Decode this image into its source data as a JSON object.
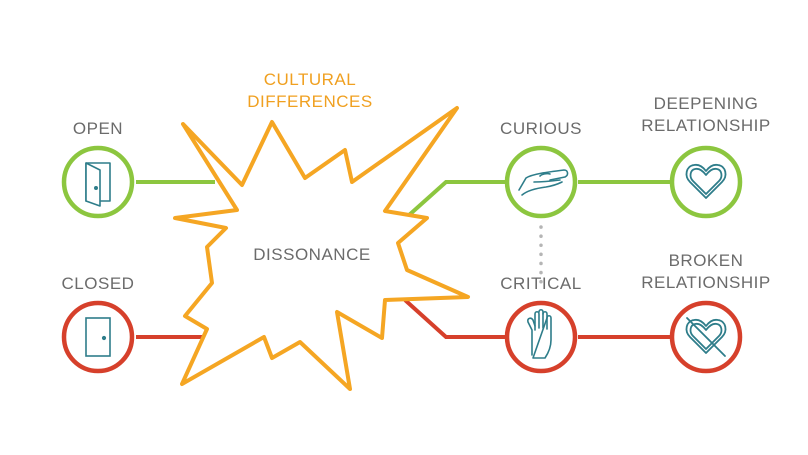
{
  "labels": {
    "open": "OPEN",
    "closed": "CLOSED",
    "cultural_line1": "CULTURAL",
    "cultural_line2": "DIFFERENCES",
    "dissonance": "DISSONANCE",
    "curious": "CURIOUS",
    "critical": "CRITICAL",
    "deepening_line1": "DEEPENING",
    "deepening_line2": "RELATIONSHIP",
    "broken_line1": "BROKEN",
    "broken_line2": "RELATIONSHIP"
  },
  "colors": {
    "green": "#8cc63f",
    "red": "#d6402b",
    "orange": "#f5a623",
    "icon": "#2e7d8a",
    "text": "#6b6b6b",
    "dots": "#b5b5b5"
  },
  "icons": {
    "open": "open-door-icon",
    "closed": "closed-door-icon",
    "curious": "open-hand-icon",
    "critical": "raised-hand-icon",
    "deepening": "heart-icon",
    "broken": "crossed-heart-icon"
  }
}
